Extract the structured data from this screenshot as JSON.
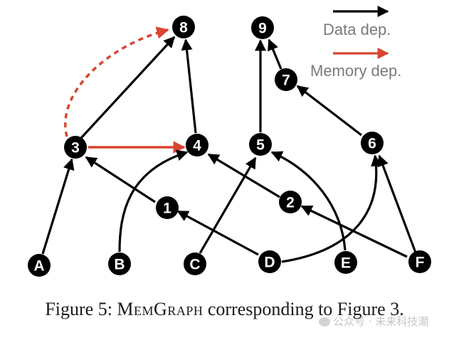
{
  "colors": {
    "data_edge": "#000000",
    "memory_edge": "#d9452f",
    "node_fill": "#000000",
    "node_text": "#ffffff"
  },
  "legend": {
    "data_label": "Data dep.",
    "memory_label": "Memory dep."
  },
  "nodes": {
    "n8": "8",
    "n9": "9",
    "n7": "7",
    "n3": "3",
    "n4": "4",
    "n5": "5",
    "n6": "6",
    "n1": "1",
    "n2": "2",
    "nA": "A",
    "nB": "B",
    "nC": "C",
    "nD": "D",
    "nE": "E",
    "nF": "F"
  },
  "edges": {
    "data": [
      [
        "A",
        "3"
      ],
      [
        "3",
        "8"
      ],
      [
        "4",
        "8"
      ],
      [
        "5",
        "9"
      ],
      [
        "7",
        "9"
      ],
      [
        "6",
        "7"
      ],
      [
        "1",
        "3"
      ],
      [
        "D",
        "1"
      ],
      [
        "2",
        "4"
      ],
      [
        "F",
        "2"
      ],
      [
        "B",
        "4"
      ],
      [
        "C",
        "5"
      ],
      [
        "E",
        "5"
      ],
      [
        "D",
        "6"
      ],
      [
        "F",
        "6"
      ]
    ],
    "memory": [
      [
        "3",
        "8"
      ],
      [
        "3",
        "4"
      ]
    ]
  },
  "caption": {
    "prefix": "Figure 5: ",
    "name": "MemGraph",
    "suffix": " corresponding to Figure 3."
  },
  "watermark": {
    "text": "公众号 · 未来科技潮"
  }
}
